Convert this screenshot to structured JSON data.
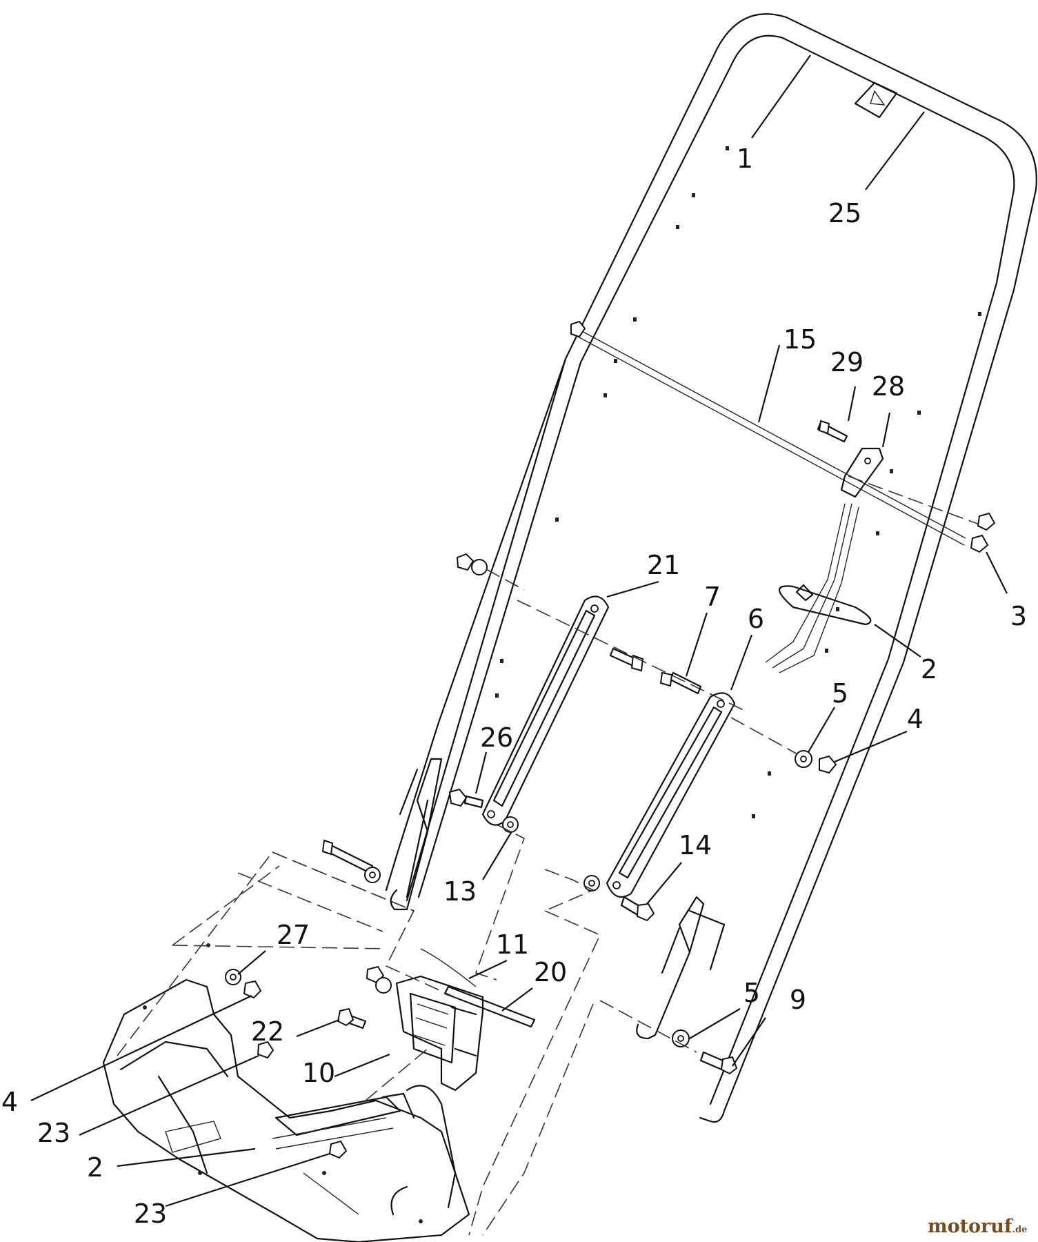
{
  "callouts": [
    {
      "id": "c1",
      "label": "1"
    },
    {
      "id": "c25",
      "label": "25"
    },
    {
      "id": "c15",
      "label": "15"
    },
    {
      "id": "c29",
      "label": "29"
    },
    {
      "id": "c28",
      "label": "28"
    },
    {
      "id": "c21",
      "label": "21"
    },
    {
      "id": "c7",
      "label": "7"
    },
    {
      "id": "c6",
      "label": "6"
    },
    {
      "id": "c3",
      "label": "3"
    },
    {
      "id": "c2a",
      "label": "2"
    },
    {
      "id": "c5a",
      "label": "5"
    },
    {
      "id": "c4a",
      "label": "4"
    },
    {
      "id": "c26",
      "label": "26"
    },
    {
      "id": "c14",
      "label": "14"
    },
    {
      "id": "c13",
      "label": "13"
    },
    {
      "id": "c11",
      "label": "11"
    },
    {
      "id": "c20",
      "label": "20"
    },
    {
      "id": "c27",
      "label": "27"
    },
    {
      "id": "c5b",
      "label": "5"
    },
    {
      "id": "c9",
      "label": "9"
    },
    {
      "id": "c22",
      "label": "22"
    },
    {
      "id": "c4b",
      "label": "4"
    },
    {
      "id": "c10",
      "label": "10"
    },
    {
      "id": "c23a",
      "label": "23"
    },
    {
      "id": "c2b",
      "label": "2"
    },
    {
      "id": "c23b",
      "label": "23"
    }
  ],
  "watermark": {
    "name": "motoruf",
    "suffix": ".de",
    "color": "#7a4a1c"
  }
}
